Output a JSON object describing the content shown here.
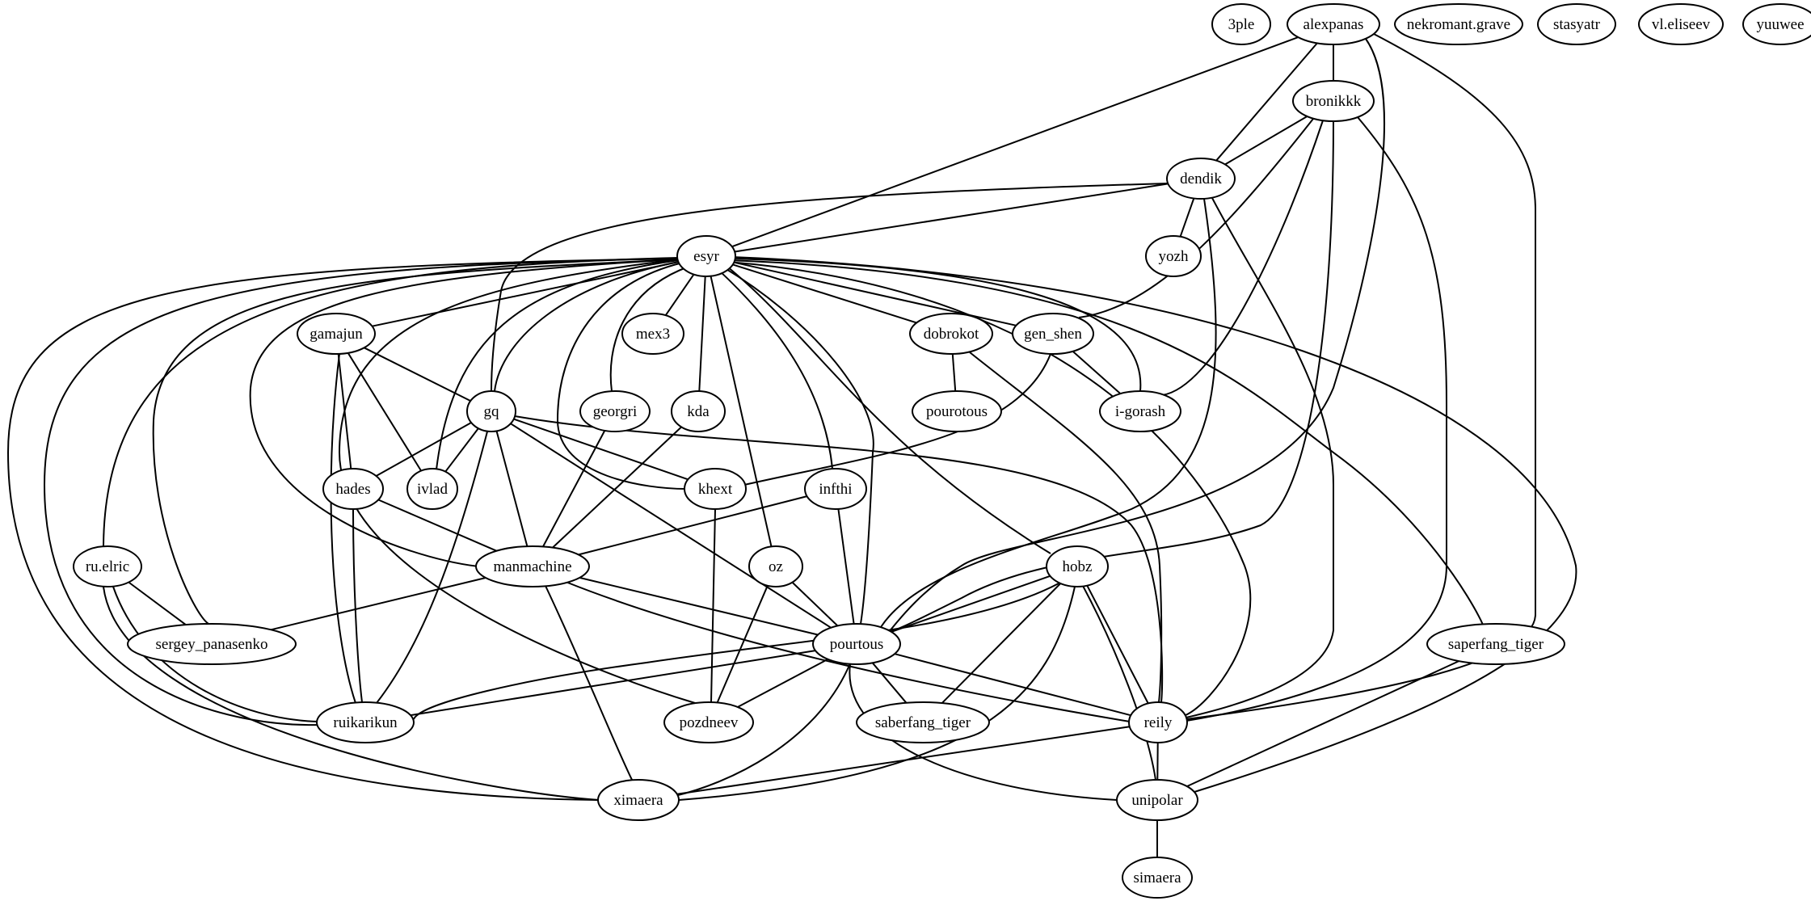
{
  "graph": {
    "nodes": [
      {
        "id": "3ple",
        "label": "3ple"
      },
      {
        "id": "alexpanas",
        "label": "alexpanas"
      },
      {
        "id": "nekromant.grave",
        "label": "nekromant.grave"
      },
      {
        "id": "stasyatr",
        "label": "stasyatr"
      },
      {
        "id": "vl.eliseev",
        "label": "vl.eliseev"
      },
      {
        "id": "yuuwee",
        "label": "yuuwee"
      },
      {
        "id": "bronikkk",
        "label": "bronikkk"
      },
      {
        "id": "dendik",
        "label": "dendik"
      },
      {
        "id": "esyr",
        "label": "esyr"
      },
      {
        "id": "yozh",
        "label": "yozh"
      },
      {
        "id": "gamajun",
        "label": "gamajun"
      },
      {
        "id": "mex3",
        "label": "mex3"
      },
      {
        "id": "dobrokot",
        "label": "dobrokot"
      },
      {
        "id": "gen_shen",
        "label": "gen_shen"
      },
      {
        "id": "gq",
        "label": "gq"
      },
      {
        "id": "georgri",
        "label": "georgri"
      },
      {
        "id": "kda",
        "label": "kda"
      },
      {
        "id": "pourotous",
        "label": "pourotous"
      },
      {
        "id": "i-gorash",
        "label": "i-gorash"
      },
      {
        "id": "hades",
        "label": "hades"
      },
      {
        "id": "ivlad",
        "label": "ivlad"
      },
      {
        "id": "khext",
        "label": "khext"
      },
      {
        "id": "infthi",
        "label": "infthi"
      },
      {
        "id": "ru.elric",
        "label": "ru.elric"
      },
      {
        "id": "manmachine",
        "label": "manmachine"
      },
      {
        "id": "oz",
        "label": "oz"
      },
      {
        "id": "hobz",
        "label": "hobz"
      },
      {
        "id": "sergey_panasenko",
        "label": "sergey_panasenko"
      },
      {
        "id": "pourtous",
        "label": "pourtous"
      },
      {
        "id": "saperfang_tiger",
        "label": "saperfang_tiger"
      },
      {
        "id": "ruikarikun",
        "label": "ruikarikun"
      },
      {
        "id": "pozdneev",
        "label": "pozdneev"
      },
      {
        "id": "saberfang_tiger",
        "label": "saberfang_tiger"
      },
      {
        "id": "reily",
        "label": "reily"
      },
      {
        "id": "ximaera",
        "label": "ximaera"
      },
      {
        "id": "unipolar",
        "label": "unipolar"
      },
      {
        "id": "simaera",
        "label": "simaera"
      }
    ],
    "edges": [
      [
        "alexpanas",
        "bronikkk"
      ],
      [
        "alexpanas",
        "dendik"
      ],
      [
        "alexpanas",
        "esyr"
      ],
      [
        "alexpanas",
        "pourtous"
      ],
      [
        "alexpanas",
        "reily"
      ],
      [
        "bronikkk",
        "dendik"
      ],
      [
        "bronikkk",
        "gen_shen"
      ],
      [
        "bronikkk",
        "i-gorash"
      ],
      [
        "bronikkk",
        "pourtous"
      ],
      [
        "bronikkk",
        "reily"
      ],
      [
        "dendik",
        "esyr"
      ],
      [
        "dendik",
        "yozh"
      ],
      [
        "dendik",
        "gq"
      ],
      [
        "dendik",
        "pourtous"
      ],
      [
        "dendik",
        "reily"
      ],
      [
        "esyr",
        "gamajun"
      ],
      [
        "esyr",
        "mex3"
      ],
      [
        "esyr",
        "kda"
      ],
      [
        "esyr",
        "georgri"
      ],
      [
        "esyr",
        "dobrokot"
      ],
      [
        "esyr",
        "gen_shen"
      ],
      [
        "esyr",
        "i-gorash"
      ],
      [
        "esyr",
        "gq"
      ],
      [
        "esyr",
        "ivlad"
      ],
      [
        "esyr",
        "khext"
      ],
      [
        "esyr",
        "infthi"
      ],
      [
        "esyr",
        "oz"
      ],
      [
        "esyr",
        "hobz"
      ],
      [
        "esyr",
        "pourtous"
      ],
      [
        "esyr",
        "reily"
      ],
      [
        "esyr",
        "saperfang_tiger"
      ],
      [
        "esyr",
        "unipolar"
      ],
      [
        "esyr",
        "ru.elric"
      ],
      [
        "esyr",
        "sergey_panasenko"
      ],
      [
        "esyr",
        "manmachine"
      ],
      [
        "esyr",
        "pozdneev"
      ],
      [
        "esyr",
        "ruikarikun"
      ],
      [
        "esyr",
        "ximaera"
      ],
      [
        "gamajun",
        "gq"
      ],
      [
        "gamajun",
        "hades"
      ],
      [
        "gamajun",
        "ivlad"
      ],
      [
        "gamajun",
        "ruikarikun"
      ],
      [
        "gq",
        "hades"
      ],
      [
        "gq",
        "ivlad"
      ],
      [
        "gq",
        "khext"
      ],
      [
        "gq",
        "manmachine"
      ],
      [
        "gq",
        "pourtous"
      ],
      [
        "gq",
        "reily"
      ],
      [
        "gq",
        "ruikarikun"
      ],
      [
        "georgri",
        "manmachine"
      ],
      [
        "kda",
        "manmachine"
      ],
      [
        "dobrokot",
        "pourotous"
      ],
      [
        "dobrokot",
        "reily"
      ],
      [
        "gen_shen",
        "i-gorash"
      ],
      [
        "gen_shen",
        "khext"
      ],
      [
        "hades",
        "manmachine"
      ],
      [
        "hades",
        "ruikarikun"
      ],
      [
        "khext",
        "pozdneev"
      ],
      [
        "infthi",
        "manmachine"
      ],
      [
        "infthi",
        "pourtous"
      ],
      [
        "ru.elric",
        "sergey_panasenko"
      ],
      [
        "ru.elric",
        "ruikarikun"
      ],
      [
        "ru.elric",
        "ximaera"
      ],
      [
        "manmachine",
        "sergey_panasenko"
      ],
      [
        "manmachine",
        "pourtous"
      ],
      [
        "manmachine",
        "reily"
      ],
      [
        "manmachine",
        "ximaera"
      ],
      [
        "oz",
        "pourtous"
      ],
      [
        "oz",
        "pozdneev"
      ],
      [
        "hobz",
        "pourtous"
      ],
      [
        "hobz",
        "ruikarikun"
      ],
      [
        "hobz",
        "saberfang_tiger"
      ],
      [
        "hobz",
        "reily"
      ],
      [
        "hobz",
        "ximaera"
      ],
      [
        "hobz",
        "unipolar"
      ],
      [
        "pourtous",
        "ruikarikun"
      ],
      [
        "pourtous",
        "pozdneev"
      ],
      [
        "pourtous",
        "saberfang_tiger"
      ],
      [
        "pourtous",
        "reily"
      ],
      [
        "pourtous",
        "ximaera"
      ],
      [
        "pourtous",
        "unipolar"
      ],
      [
        "saperfang_tiger",
        "unipolar"
      ],
      [
        "reily",
        "ximaera"
      ],
      [
        "reily",
        "unipolar"
      ],
      [
        "unipolar",
        "simaera"
      ]
    ]
  }
}
